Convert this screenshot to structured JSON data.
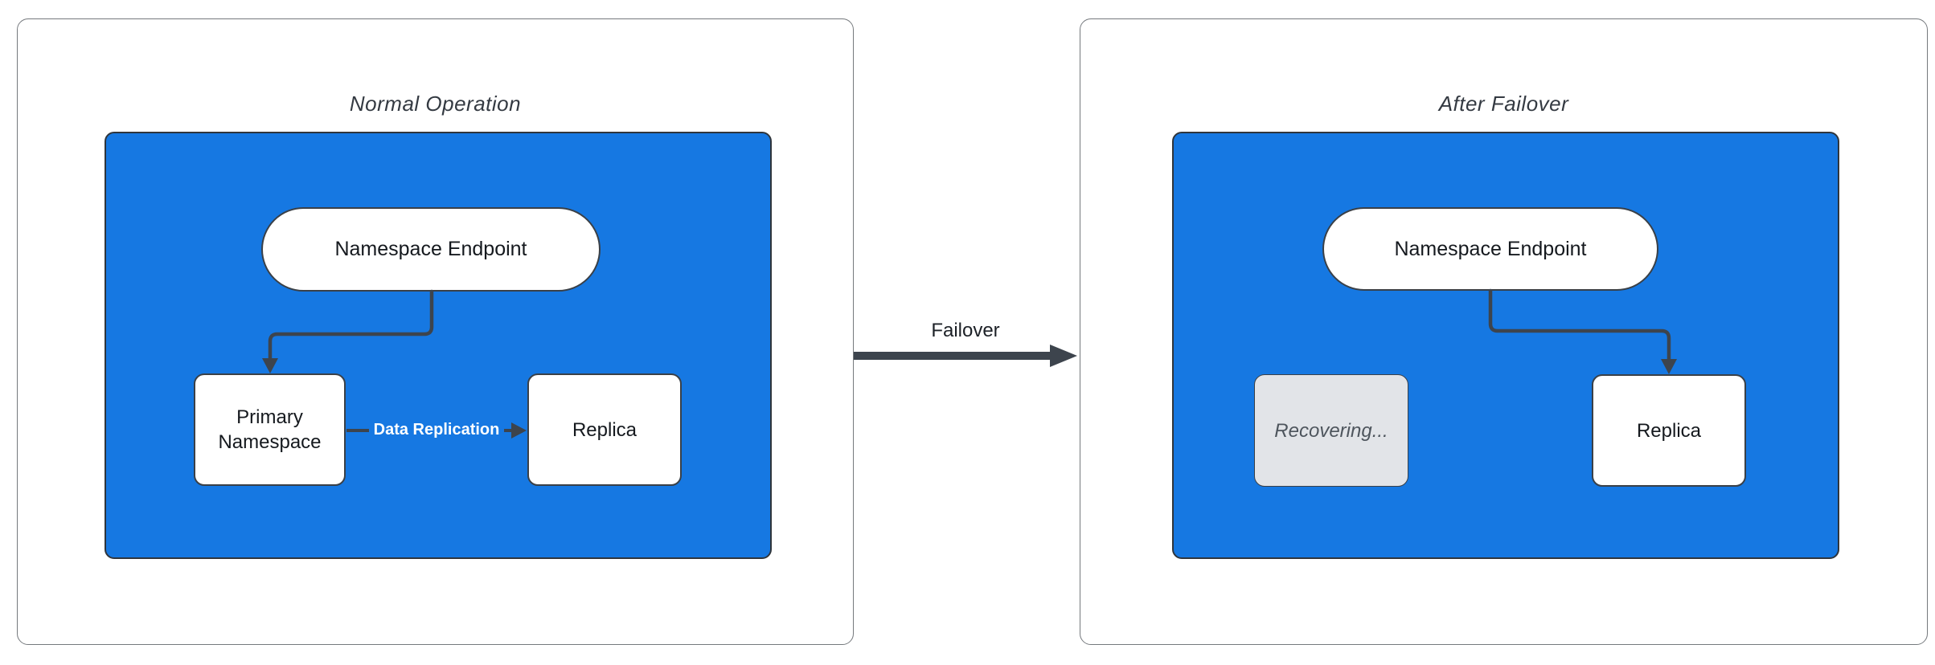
{
  "colors": {
    "container_fill": "#1678E2",
    "container_stroke": "#2F353C",
    "node_stroke": "#3A4047",
    "connector": "#3D444D",
    "node_text": "#15191E",
    "panel_border": "#75797D",
    "title_text": "#343A42",
    "recovering_fill": "#E2E4E8",
    "recovering_text": "#4E555D",
    "label_on_blue": "#FFFFFF"
  },
  "panels": [
    {
      "title": "Normal Operation",
      "nodes": {
        "endpoint": "Namespace Endpoint",
        "primary": "Primary Namespace",
        "replica": "Replica"
      },
      "edges": {
        "replication_label": "Data Replication"
      }
    },
    {
      "title": "After Failover",
      "nodes": {
        "endpoint": "Namespace Endpoint",
        "recovering": "Recovering...",
        "replica": "Replica"
      }
    }
  ],
  "transition": {
    "label": "Failover"
  }
}
